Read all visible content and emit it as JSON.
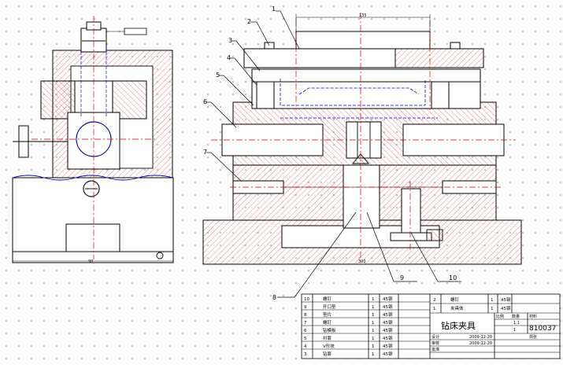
{
  "drawing": {
    "title": "钻床夹具",
    "drawing_number": "810037",
    "callouts": [
      "1",
      "2",
      "3",
      "4",
      "5",
      "6",
      "7",
      "8",
      "9",
      "10"
    ],
    "dimensions": {
      "top_width": "135",
      "bottom_width_right": "300",
      "bottom_width_left": "90"
    },
    "colors": {
      "line": "#000000",
      "hidden": "#0000cc",
      "center": "#cc0000",
      "hatch": "#d86060",
      "grid": "#7a7a7a",
      "leader": "#000000"
    }
  },
  "title_block": {
    "left_rows": [
      {
        "no": "10",
        "name": "螺钉",
        "qty": "1",
        "mat": "45钢"
      },
      {
        "no": "9",
        "name": "开口垫",
        "qty": "1",
        "mat": "45钢"
      },
      {
        "no": "8",
        "name": "垫片",
        "qty": "1",
        "mat": "45钢"
      },
      {
        "no": "7",
        "name": "螺钉",
        "qty": "1",
        "mat": "45钢"
      },
      {
        "no": "6",
        "name": "钻模板",
        "qty": "1",
        "mat": "45钢"
      },
      {
        "no": "5",
        "name": "衬套",
        "qty": "1",
        "mat": "45钢"
      },
      {
        "no": "4",
        "name": "V形块",
        "qty": "1",
        "mat": "45钢"
      },
      {
        "no": "3",
        "name": "钻套",
        "qty": "1",
        "mat": "45钢"
      }
    ],
    "right_rows": [
      {
        "no": "2",
        "name": "螺钉",
        "qty": "1",
        "mat": "45钢"
      },
      {
        "no": "1",
        "name": "夹具体",
        "qty": "1",
        "mat": "45钢"
      }
    ],
    "labels": {
      "scale": "比例",
      "qty": "数量",
      "material": "材料",
      "design": "设计",
      "check": "审核",
      "approve": "批准",
      "sheet": "共张"
    },
    "values": {
      "scale": "1:1",
      "qty": "1"
    },
    "dates": [
      "2009-12-20",
      "2009-12-20"
    ]
  }
}
